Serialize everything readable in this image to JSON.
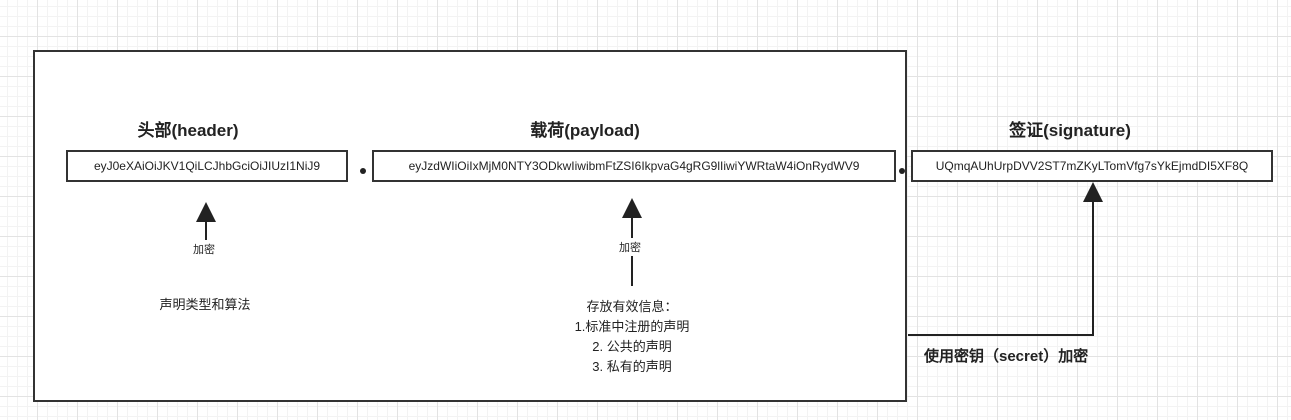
{
  "header": {
    "title": "头部(header)",
    "token": "eyJ0eXAiOiJKV1QiLCJhbGciOiJIUzI1NiJ9",
    "arrow_label": "加密",
    "note": "声明类型和算法"
  },
  "payload": {
    "title": "载荷(payload)",
    "token": "eyJzdWIiOiIxMjM0NTY3ODkwIiwibmFtZSI6IkpvaG4gRG9lIiwiYWRtaW4iOnRydWV9",
    "arrow_label": "加密",
    "note_lines": [
      "存放有效信息：",
      "1.标准中注册的声明",
      "2. 公共的声明",
      "3. 私有的声明"
    ]
  },
  "signature": {
    "title": "签证(signature)",
    "token": "UQmqAUhUrpDVV2ST7mZKyLTomVfg7sYkEjmdDI5XF8Q",
    "arrow_label": "使用密钥（secret）加密"
  },
  "colors": {
    "line": "#333333",
    "grid": "#e3e3e3"
  }
}
